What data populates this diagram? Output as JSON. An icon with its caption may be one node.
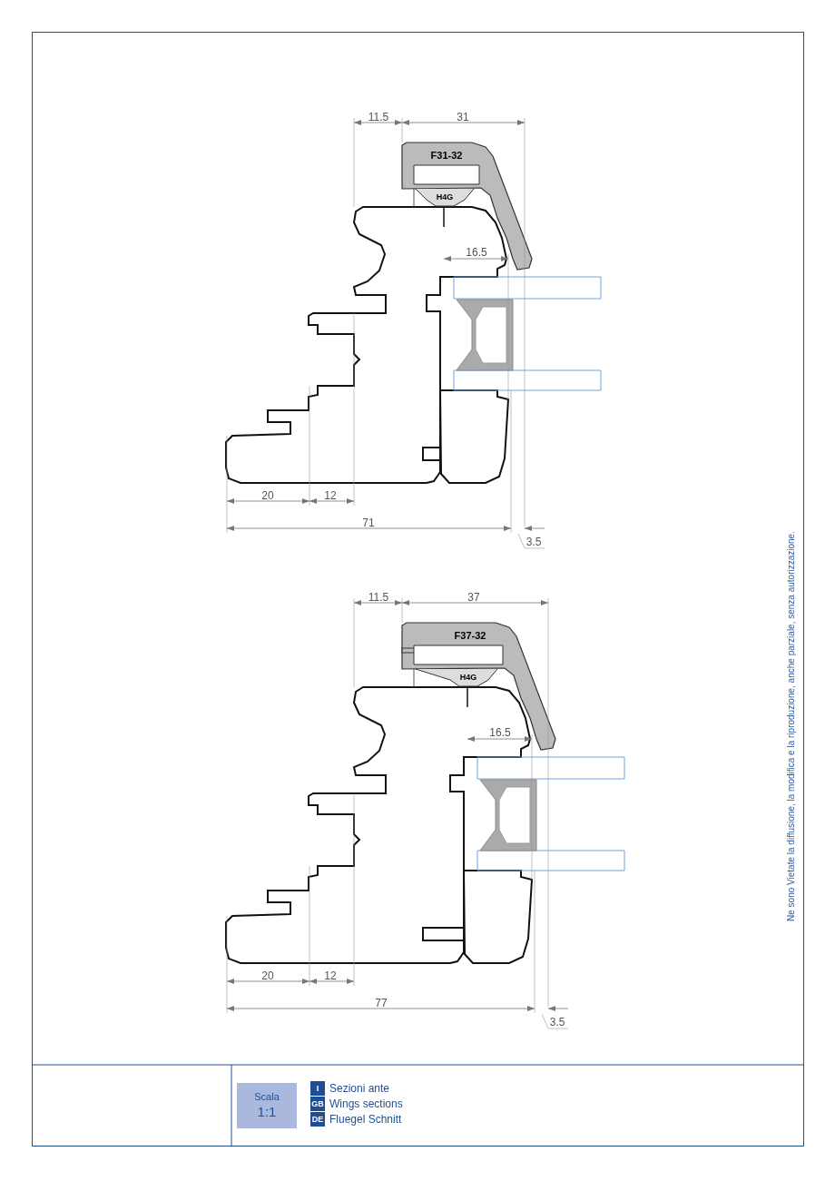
{
  "diagram": {
    "nodes": [
      {
        "text": [
          "Scala",
          "1:1"
        ]
      },
      {
        "text": [
          "I"
        ]
      },
      {
        "text": [
          "GB"
        ]
      },
      {
        "text": [
          "DE"
        ]
      }
    ],
    "labels": [
      "11.5",
      "31",
      "F31-32",
      "H4G",
      "16.5",
      "20",
      "12",
      "71",
      "3.5",
      "11.5",
      "37",
      "F37-32",
      "H4G",
      "16.5",
      "20",
      "12",
      "77",
      "3.5",
      "Ne sono Vietate la diffusione, la modifica e la riproduzione, anche parziale, senza autorizzazione.",
      "Sezioni ante",
      "Wings sections",
      "Fluegel Schnitt"
    ]
  }
}
